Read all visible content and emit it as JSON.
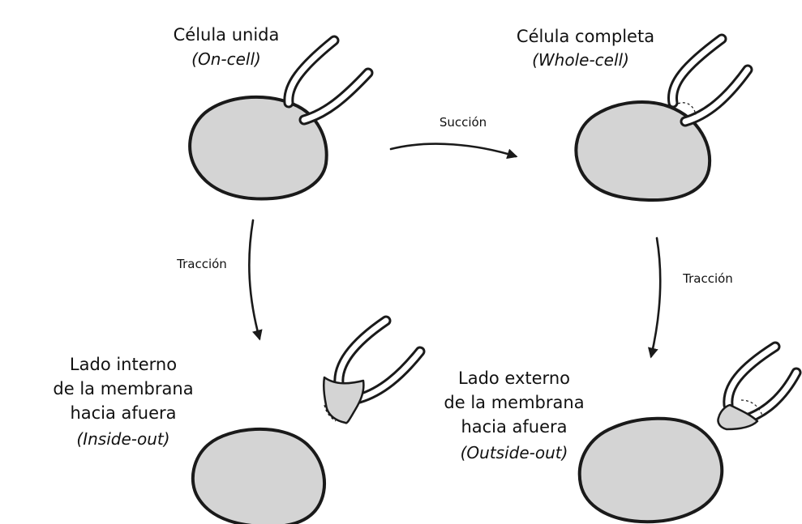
{
  "panels": {
    "on_cell": {
      "title": "Célula unida",
      "subtitle": "(On-cell)"
    },
    "whole_cell": {
      "title": "Célula completa",
      "subtitle": "(Whole-cell)"
    },
    "inside_out": {
      "line1": "Lado interno",
      "line2": "de la membrana",
      "line3": "hacia afuera",
      "subtitle": "(Inside-out)"
    },
    "outside_out": {
      "line1": "Lado externo",
      "line2": "de la membrana",
      "line3": "hacia afuera",
      "subtitle": "(Outside-out)"
    }
  },
  "arrows": {
    "suction": "Succión",
    "traction_left": "Tracción",
    "traction_right": "Tracción"
  },
  "colors": {
    "cell_fill": "#d4d4d4",
    "outline": "#1a1a1a",
    "background": "#ffffff"
  }
}
